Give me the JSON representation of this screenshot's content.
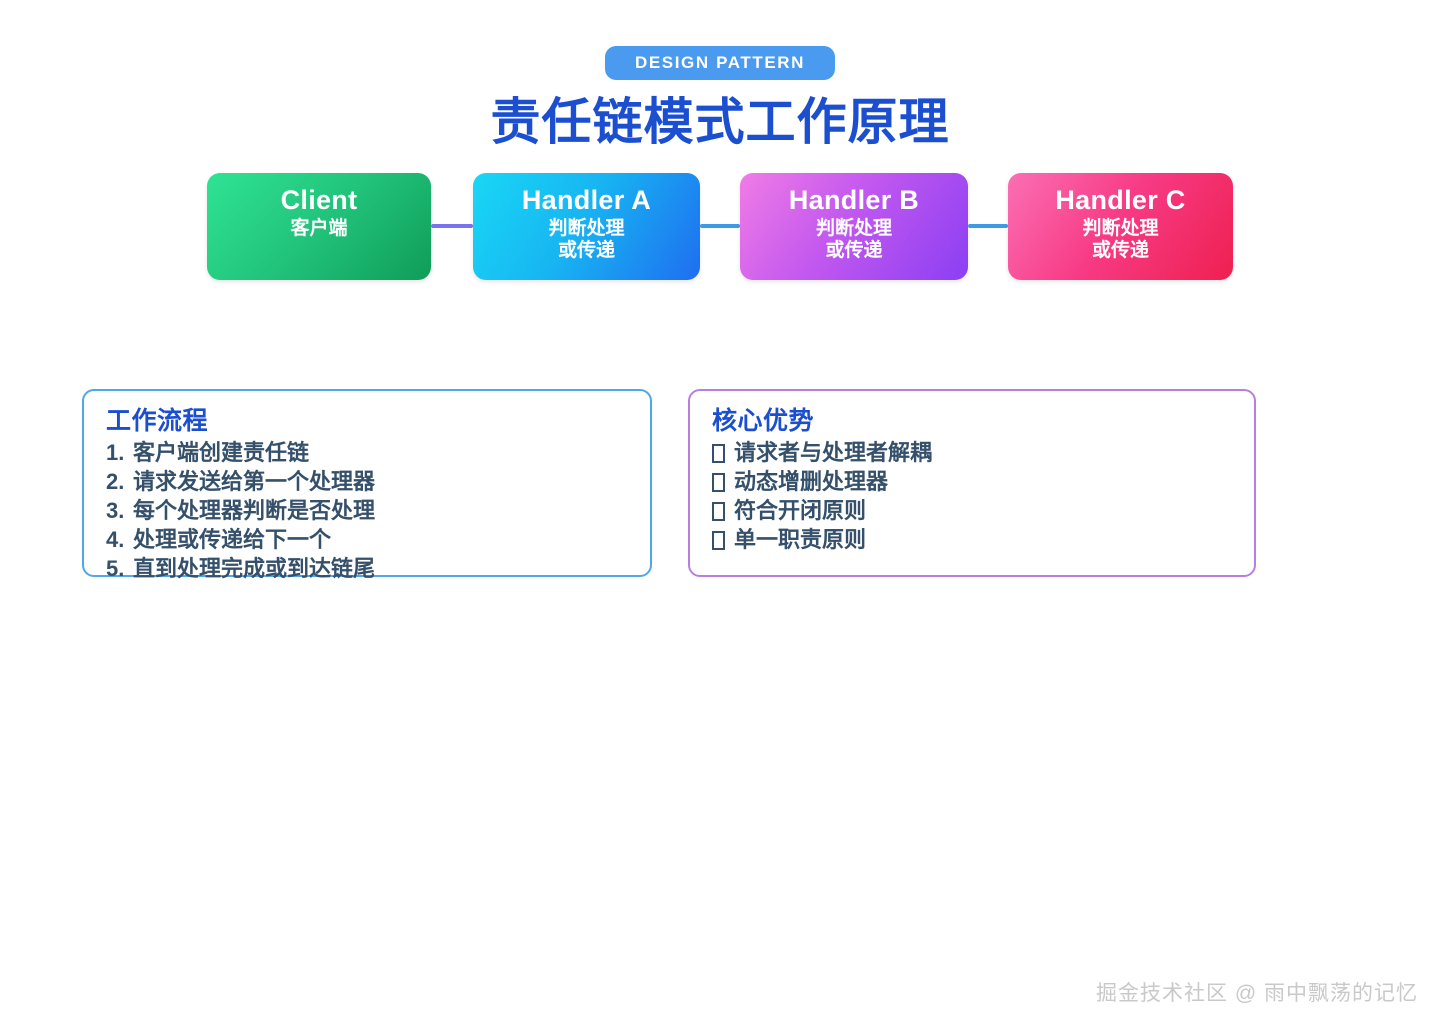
{
  "header": {
    "badge": "DESIGN PATTERN",
    "title": "责任链模式工作原理",
    "badge_color": "#4a9bef",
    "title_color": "#1c4fd0"
  },
  "flow": {
    "nodes": [
      {
        "title": "Client",
        "sub": "客户端",
        "accent": "#0f9d58"
      },
      {
        "title": "Handler A",
        "sub": "判断处理\n或传递",
        "accent": "#1f6ef0"
      },
      {
        "title": "Handler B",
        "sub": "判断处理\n或传递",
        "accent": "#8b3ff3"
      },
      {
        "title": "Handler C",
        "sub": "判断处理\n或传递",
        "accent": "#ee2050"
      }
    ],
    "connectors": [
      {
        "color": "#7a73ee"
      },
      {
        "color": "#3e9ae6"
      },
      {
        "color": "#3e9ae6"
      }
    ]
  },
  "cards": {
    "workflow": {
      "heading": "工作流程",
      "border_color": "#4ea7e8",
      "items": [
        {
          "num": "1.",
          "text": "客户端创建责任链"
        },
        {
          "num": "2.",
          "text": "请求发送给第一个处理器"
        },
        {
          "num": "3.",
          "text": "每个处理器判断是否处理"
        },
        {
          "num": "4.",
          "text": "处理或传递给下一个"
        },
        {
          "num": "5.",
          "text": "直到处理完成或到达链尾"
        }
      ]
    },
    "advantages": {
      "heading": "核心优势",
      "border_color": "#b87fe3",
      "bullet_glyph": "missing-glyph-box",
      "items": [
        {
          "text": "请求者与处理者解耦"
        },
        {
          "text": "动态增删处理器"
        },
        {
          "text": "符合开闭原则"
        },
        {
          "text": "单一职责原则"
        }
      ]
    }
  },
  "watermark": {
    "text": "掘金技术社区 @ 雨中飘荡的记忆"
  }
}
